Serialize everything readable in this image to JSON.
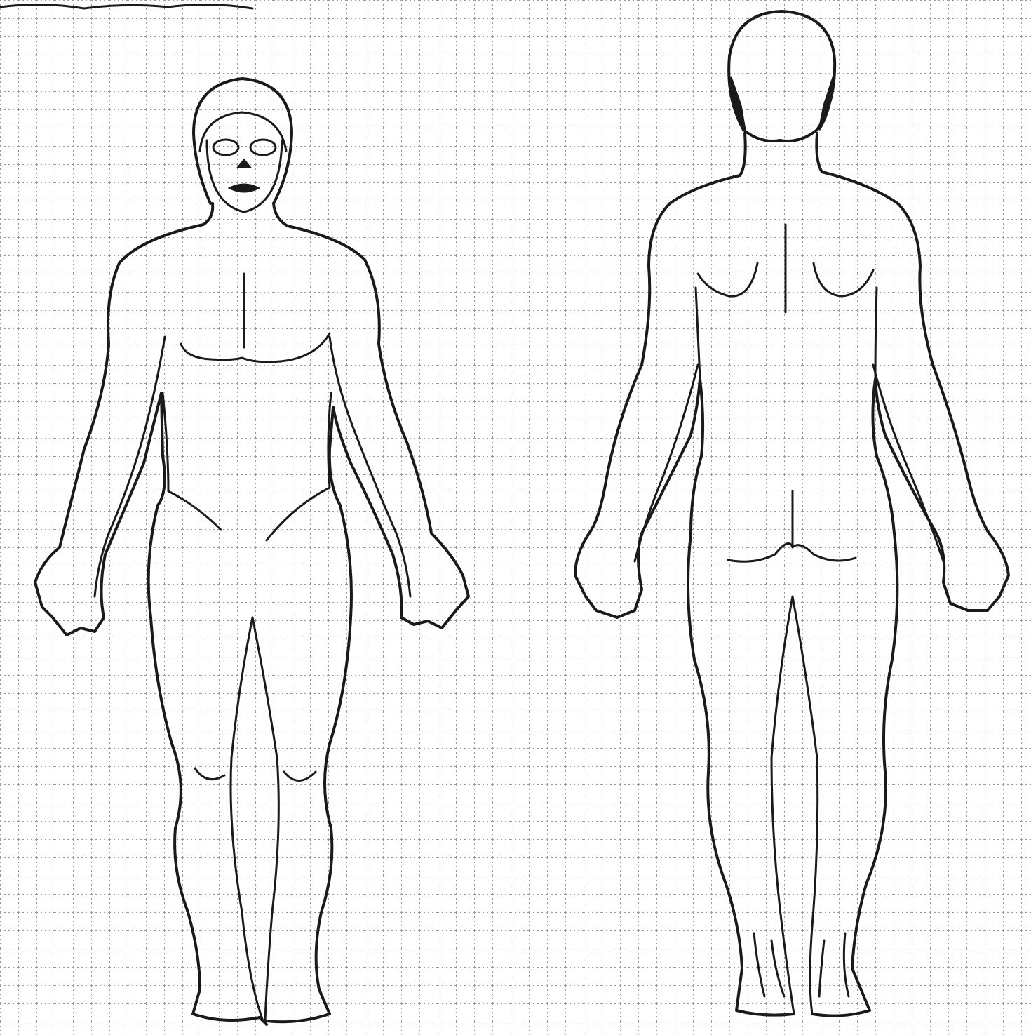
{
  "figures": [
    {
      "id": "front",
      "view": "anterior"
    },
    {
      "id": "back",
      "view": "posterior"
    }
  ],
  "colors": {
    "background": "#ffffff",
    "line": "#1a1a1a",
    "grid": "#9a9a9a"
  },
  "grid": {
    "visible": true,
    "style": "dotted"
  }
}
